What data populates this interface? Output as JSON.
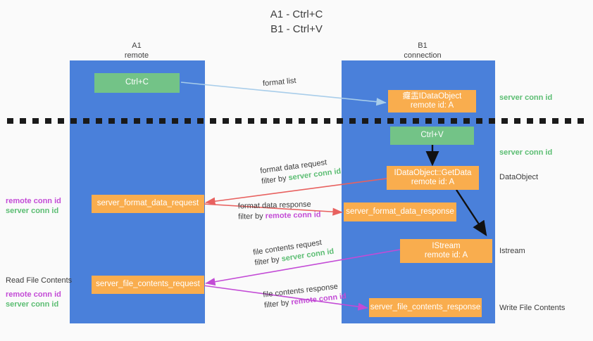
{
  "title": {
    "line1": "A1 - Ctrl+C",
    "line2": "B1 - Ctrl+V"
  },
  "colors": {
    "lane": "#4a80da",
    "box_green": "#73c387",
    "box_orange": "#f9ad4e",
    "text_green": "#5bbd72",
    "text_purple": "#c34bd6",
    "arrow_blue": "#a8cdea",
    "arrow_red": "#e8615f",
    "arrow_magenta": "#c34bd6",
    "arrow_black": "#000000",
    "background": "#fafafa"
  },
  "columns": [
    {
      "name": "A1",
      "sub": "remote"
    },
    {
      "name": "B1",
      "sub": "connection"
    }
  ],
  "boxes": [
    {
      "id": "ctrl-c",
      "kind": "green",
      "line1": "Ctrl+C",
      "line2": ""
    },
    {
      "id": "idataobject",
      "kind": "orange",
      "line1": "㿚㿻IDataObject",
      "line2": "remote id: A"
    },
    {
      "id": "ctrl-v",
      "kind": "green",
      "line1": "Ctrl+V",
      "line2": ""
    },
    {
      "id": "idataobject-getdata",
      "kind": "orange",
      "line1": "IDataObject::GetData",
      "line2": "remote id: A"
    },
    {
      "id": "server-format-data-request",
      "kind": "orange",
      "line1": "server_format_data_request",
      "line2": ""
    },
    {
      "id": "server-format-data-response",
      "kind": "orange",
      "line1": "server_format_data_response",
      "line2": ""
    },
    {
      "id": "istream",
      "kind": "orange",
      "line1": "IStream",
      "line2": "remote id: A"
    },
    {
      "id": "server-file-contents-request",
      "kind": "orange",
      "line1": "server_file_contents_request",
      "line2": ""
    },
    {
      "id": "server-file-contents-response",
      "kind": "orange",
      "line1": "server_file_contents_response",
      "line2": ""
    }
  ],
  "right_labels": [
    {
      "id": "server-conn-id-1",
      "text": "server conn id",
      "style": "green"
    },
    {
      "id": "server-conn-id-2",
      "text": "server conn id",
      "style": "green"
    },
    {
      "id": "dataobject",
      "text": "DataObject",
      "style": "plain"
    },
    {
      "id": "istream",
      "text": "Istream",
      "style": "plain"
    },
    {
      "id": "write-file",
      "text": "Write File Contents",
      "style": "plain"
    }
  ],
  "left_labels": {
    "conn_ids_top": {
      "remote": "remote conn id",
      "server": "server conn id"
    },
    "read_file_contents": "Read File Contents",
    "conn_ids_bottom": {
      "remote": "remote conn id",
      "server": "server conn id"
    }
  },
  "edges": [
    {
      "id": "format-list",
      "title": "format list",
      "filter_prefix": "",
      "filter_value": "",
      "filter_style": ""
    },
    {
      "id": "format-data-request",
      "title": "format data request",
      "filter_prefix": "filter by ",
      "filter_value": "server conn id",
      "filter_style": "green"
    },
    {
      "id": "format-data-response",
      "title": "format data response",
      "filter_prefix": "filter by ",
      "filter_value": "remote conn id",
      "filter_style": "purple"
    },
    {
      "id": "file-contents-request",
      "title": "file contents request",
      "filter_prefix": "filter by ",
      "filter_value": "server conn id",
      "filter_style": "green"
    },
    {
      "id": "file-contents-response",
      "title": "file contents response",
      "filter_prefix": "filter by ",
      "filter_value": "remote conn id",
      "filter_style": "purple"
    }
  ]
}
